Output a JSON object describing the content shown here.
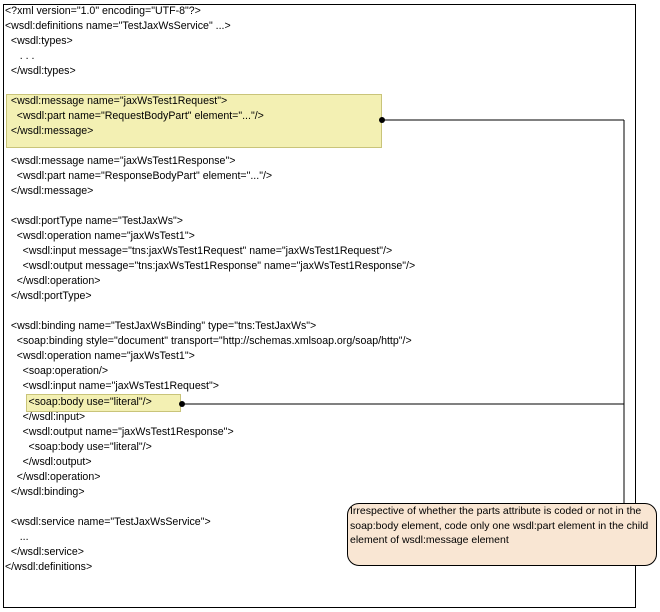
{
  "colors": {
    "highlight_fill": "#f3f0b3",
    "note_fill": "#f9e6d3",
    "line": "#000000"
  },
  "code_lines": [
    "<?xml version=\"1.0\" encoding=\"UTF-8\"?>",
    "<wsdl:definitions name=\"TestJaxWsService\" ...>",
    "  <wsdl:types>",
    "     . . .",
    "  </wsdl:types>",
    "",
    "  <wsdl:message name=\"jaxWsTest1Request\">",
    "    <wsdl:part name=\"RequestBodyPart\" element=\"...\"/>",
    "  </wsdl:message>",
    "",
    "  <wsdl:message name=\"jaxWsTest1Response\">",
    "    <wsdl:part name=\"ResponseBodyPart\" element=\"...\"/>",
    "  </wsdl:message>",
    "",
    "  <wsdl:portType name=\"TestJaxWs\">",
    "    <wsdl:operation name=\"jaxWsTest1\">",
    "      <wsdl:input message=\"tns:jaxWsTest1Request\" name=\"jaxWsTest1Request\"/>",
    "      <wsdl:output message=\"tns:jaxWsTest1Response\" name=\"jaxWsTest1Response\"/>",
    "    </wsdl:operation>",
    "  </wsdl:portType>",
    "",
    "  <wsdl:binding name=\"TestJaxWsBinding\" type=\"tns:TestJaxWs\">",
    "    <soap:binding style=\"document\" transport=\"http://schemas.xmlsoap.org/soap/http\"/>",
    "    <wsdl:operation name=\"jaxWsTest1\">",
    "      <soap:operation/>",
    "      <wsdl:input name=\"jaxWsTest1Request\">",
    "        <soap:body use=\"literal\"/>",
    "      </wsdl:input>",
    "      <wsdl:output name=\"jaxWsTest1Response\">",
    "        <soap:body use=\"literal\"/>",
    "      </wsdl:output>",
    "    </wsdl:operation>",
    "  </wsdl:binding>",
    "",
    "  <wsdl:service name=\"TestJaxWsService\">",
    "     ...",
    "  </wsdl:service>",
    "</wsdl:definitions>"
  ],
  "note": {
    "text": "Irrespective of whether the parts attribute is coded or not in the soap:body element, code only one wsdl:part element in the child element of wsdl:message element"
  }
}
